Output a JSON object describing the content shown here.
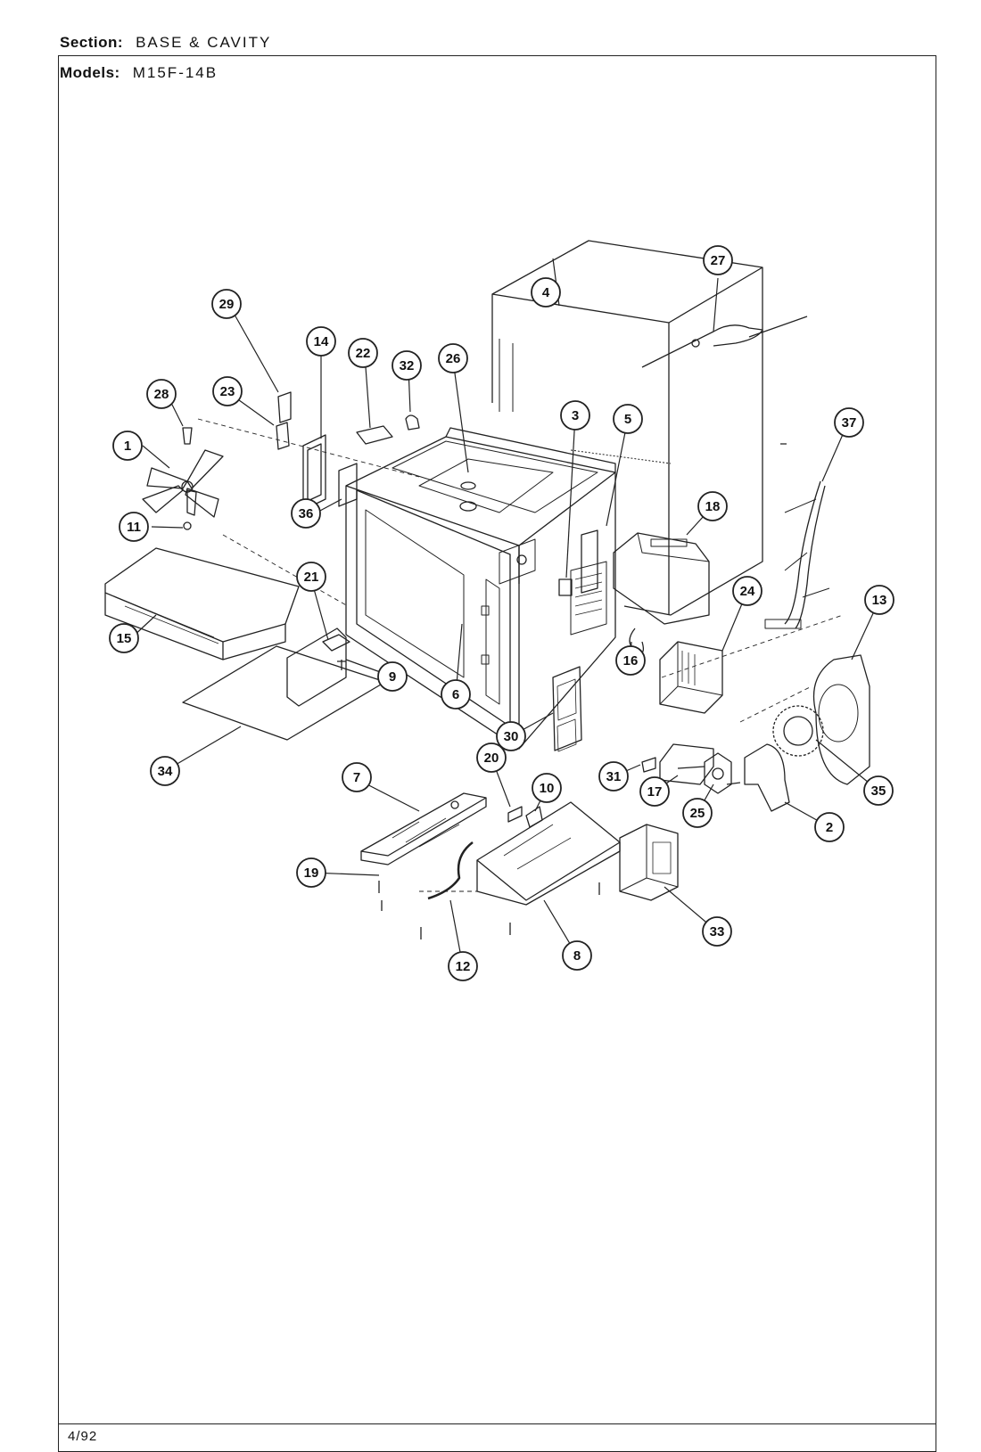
{
  "header": {
    "section_label": "Section:",
    "section_value": "BASE & CAVITY",
    "models_label": "Models:",
    "models_value": "M15F-14B"
  },
  "footer": {
    "date": "4/92"
  },
  "callouts": [
    "1",
    "2",
    "3",
    "4",
    "5",
    "6",
    "7",
    "8",
    "9",
    "10",
    "11",
    "12",
    "13",
    "14",
    "15",
    "16",
    "17",
    "18",
    "19",
    "20",
    "21",
    "22",
    "23",
    "24",
    "25",
    "26",
    "27",
    "28",
    "29",
    "30",
    "31",
    "32",
    "33",
    "34",
    "35",
    "36",
    "37"
  ]
}
